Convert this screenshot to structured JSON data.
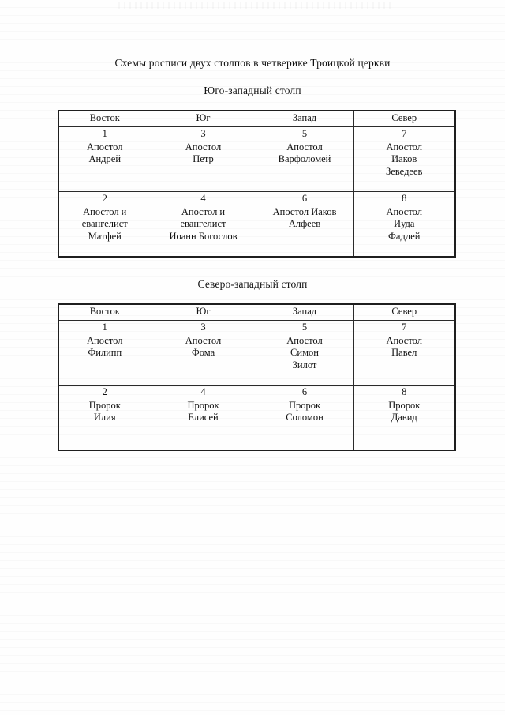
{
  "document": {
    "title": "Схемы росписи двух столпов в четверике Троицкой церкви"
  },
  "sections": [
    {
      "title": "Юго-западный столп",
      "columns": [
        "Восток",
        "Юг",
        "Запад",
        "Север"
      ],
      "rows": [
        [
          {
            "number": "1",
            "text": "Апостол\nАндрей"
          },
          {
            "number": "3",
            "text": "Апостол\nПетр"
          },
          {
            "number": "5",
            "text": "Апостол\nВарфоломей"
          },
          {
            "number": "7",
            "text": "Апостол\nИаков\nЗеведеев"
          }
        ],
        [
          {
            "number": "2",
            "text": "Апостол и\nевангелист\nМатфей"
          },
          {
            "number": "4",
            "text": "Апостол и\nевангелист\nИоанн Богослов"
          },
          {
            "number": "6",
            "text": "Апостол Иаков\nАлфеев"
          },
          {
            "number": "8",
            "text": "Апостол\nИуда\nФаддей"
          }
        ]
      ]
    },
    {
      "title": "Северо-западный столп",
      "columns": [
        "Восток",
        "Юг",
        "Запад",
        "Север"
      ],
      "rows": [
        [
          {
            "number": "1",
            "text": "Апостол\nФилипп"
          },
          {
            "number": "3",
            "text": "Апостол\nФома"
          },
          {
            "number": "5",
            "text": "Апостол\nСимон\nЗилот"
          },
          {
            "number": "7",
            "text": "Апостол\nПавел"
          }
        ],
        [
          {
            "number": "2",
            "text": "Пророк\nИлия"
          },
          {
            "number": "4",
            "text": "Пророк\nЕлисей"
          },
          {
            "number": "6",
            "text": "Пророк\nСоломон"
          },
          {
            "number": "8",
            "text": "Пророк\nДавид"
          }
        ]
      ]
    }
  ]
}
